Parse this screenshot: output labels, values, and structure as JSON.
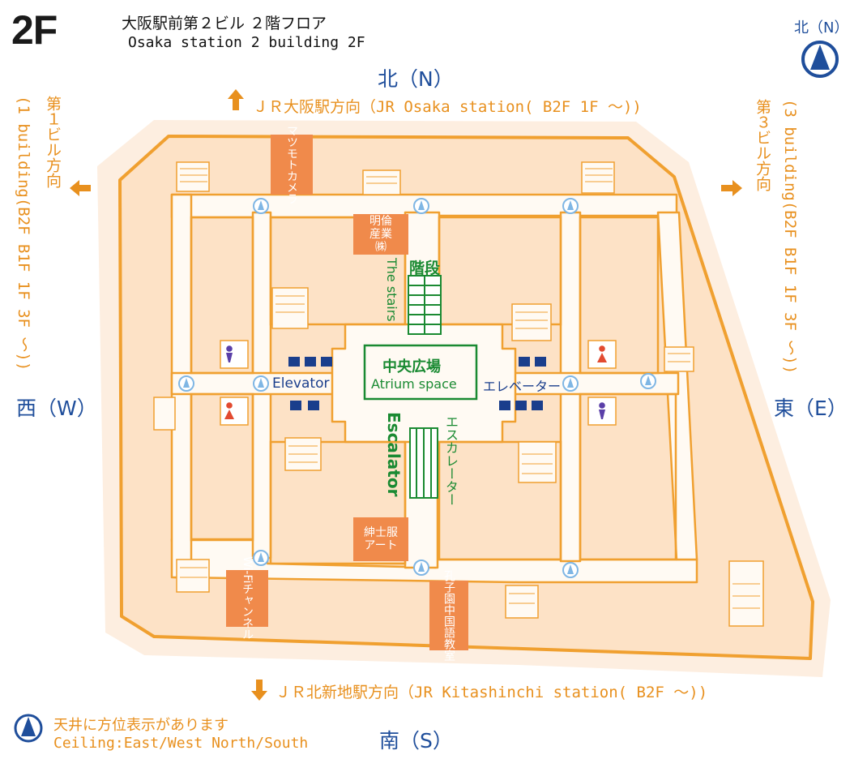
{
  "header": {
    "floor": "2F",
    "title_jp": "大阪駅前第２ビル ２階フロア",
    "title_en": "Osaka station 2 building 2F"
  },
  "compass": {
    "label": "北（N）"
  },
  "directions": {
    "north": "北（N）",
    "south": "南（S）",
    "east": "東（E）",
    "west": "西（W）",
    "north_route": "ＪＲ大阪駅方向（JR Osaka station( B2F 1F ～))",
    "south_route": "ＪＲ北新地駅方向（JR Kitashinchi station( B2F ～))",
    "west_jp": "第１ビル方向",
    "west_en": "(1 building(B2F B1F 1F 3F ～))",
    "east_jp": "第３ビル方向",
    "east_en": "(3 building(B2F B1F 1F 3F ～))"
  },
  "tenants": {
    "matsumoto": "マツモトカメラ",
    "meirin": "明倫産業㈱",
    "shinshifuku": "紳士服アート",
    "wifi": "Wi-Fiチャンネル",
    "koshien": "孔子園中国語教室"
  },
  "facilities": {
    "stairs_jp": "階段",
    "stairs_en": "The stairs",
    "atrium_jp": "中央広場",
    "atrium_en": "Atrium space",
    "elevator_en": "Elevator",
    "elevator_jp": "エレベーター",
    "escalator_en": "Escalator",
    "escalator_jp": "エスカレーター"
  },
  "legend": {
    "jp": "天井に方位表示があります",
    "en": "Ceiling:East/West North/South"
  },
  "colors": {
    "wall": "#f0a030",
    "outer_bg": "#fdeee0",
    "floor_bg": "#fde2c6",
    "corridor": "#fffaf3",
    "tenant": "#f08a4b",
    "compass_blue": "#1f4e9b",
    "text_orange": "#e8901e",
    "text_green": "#1a8a32",
    "elevator_navy": "#1a3e8c",
    "marker_blue": "#7fb6e4",
    "restroom_male": "#5a3fa8",
    "restroom_female": "#e24a30"
  },
  "icons": [
    "north-arrow-icon",
    "arrow-up-icon",
    "arrow-down-icon",
    "arrow-left-icon",
    "arrow-right-icon",
    "direction-marker-icon",
    "restroom-male-icon",
    "restroom-female-icon",
    "elevator-icon",
    "stairs-icon",
    "escalator-icon"
  ]
}
